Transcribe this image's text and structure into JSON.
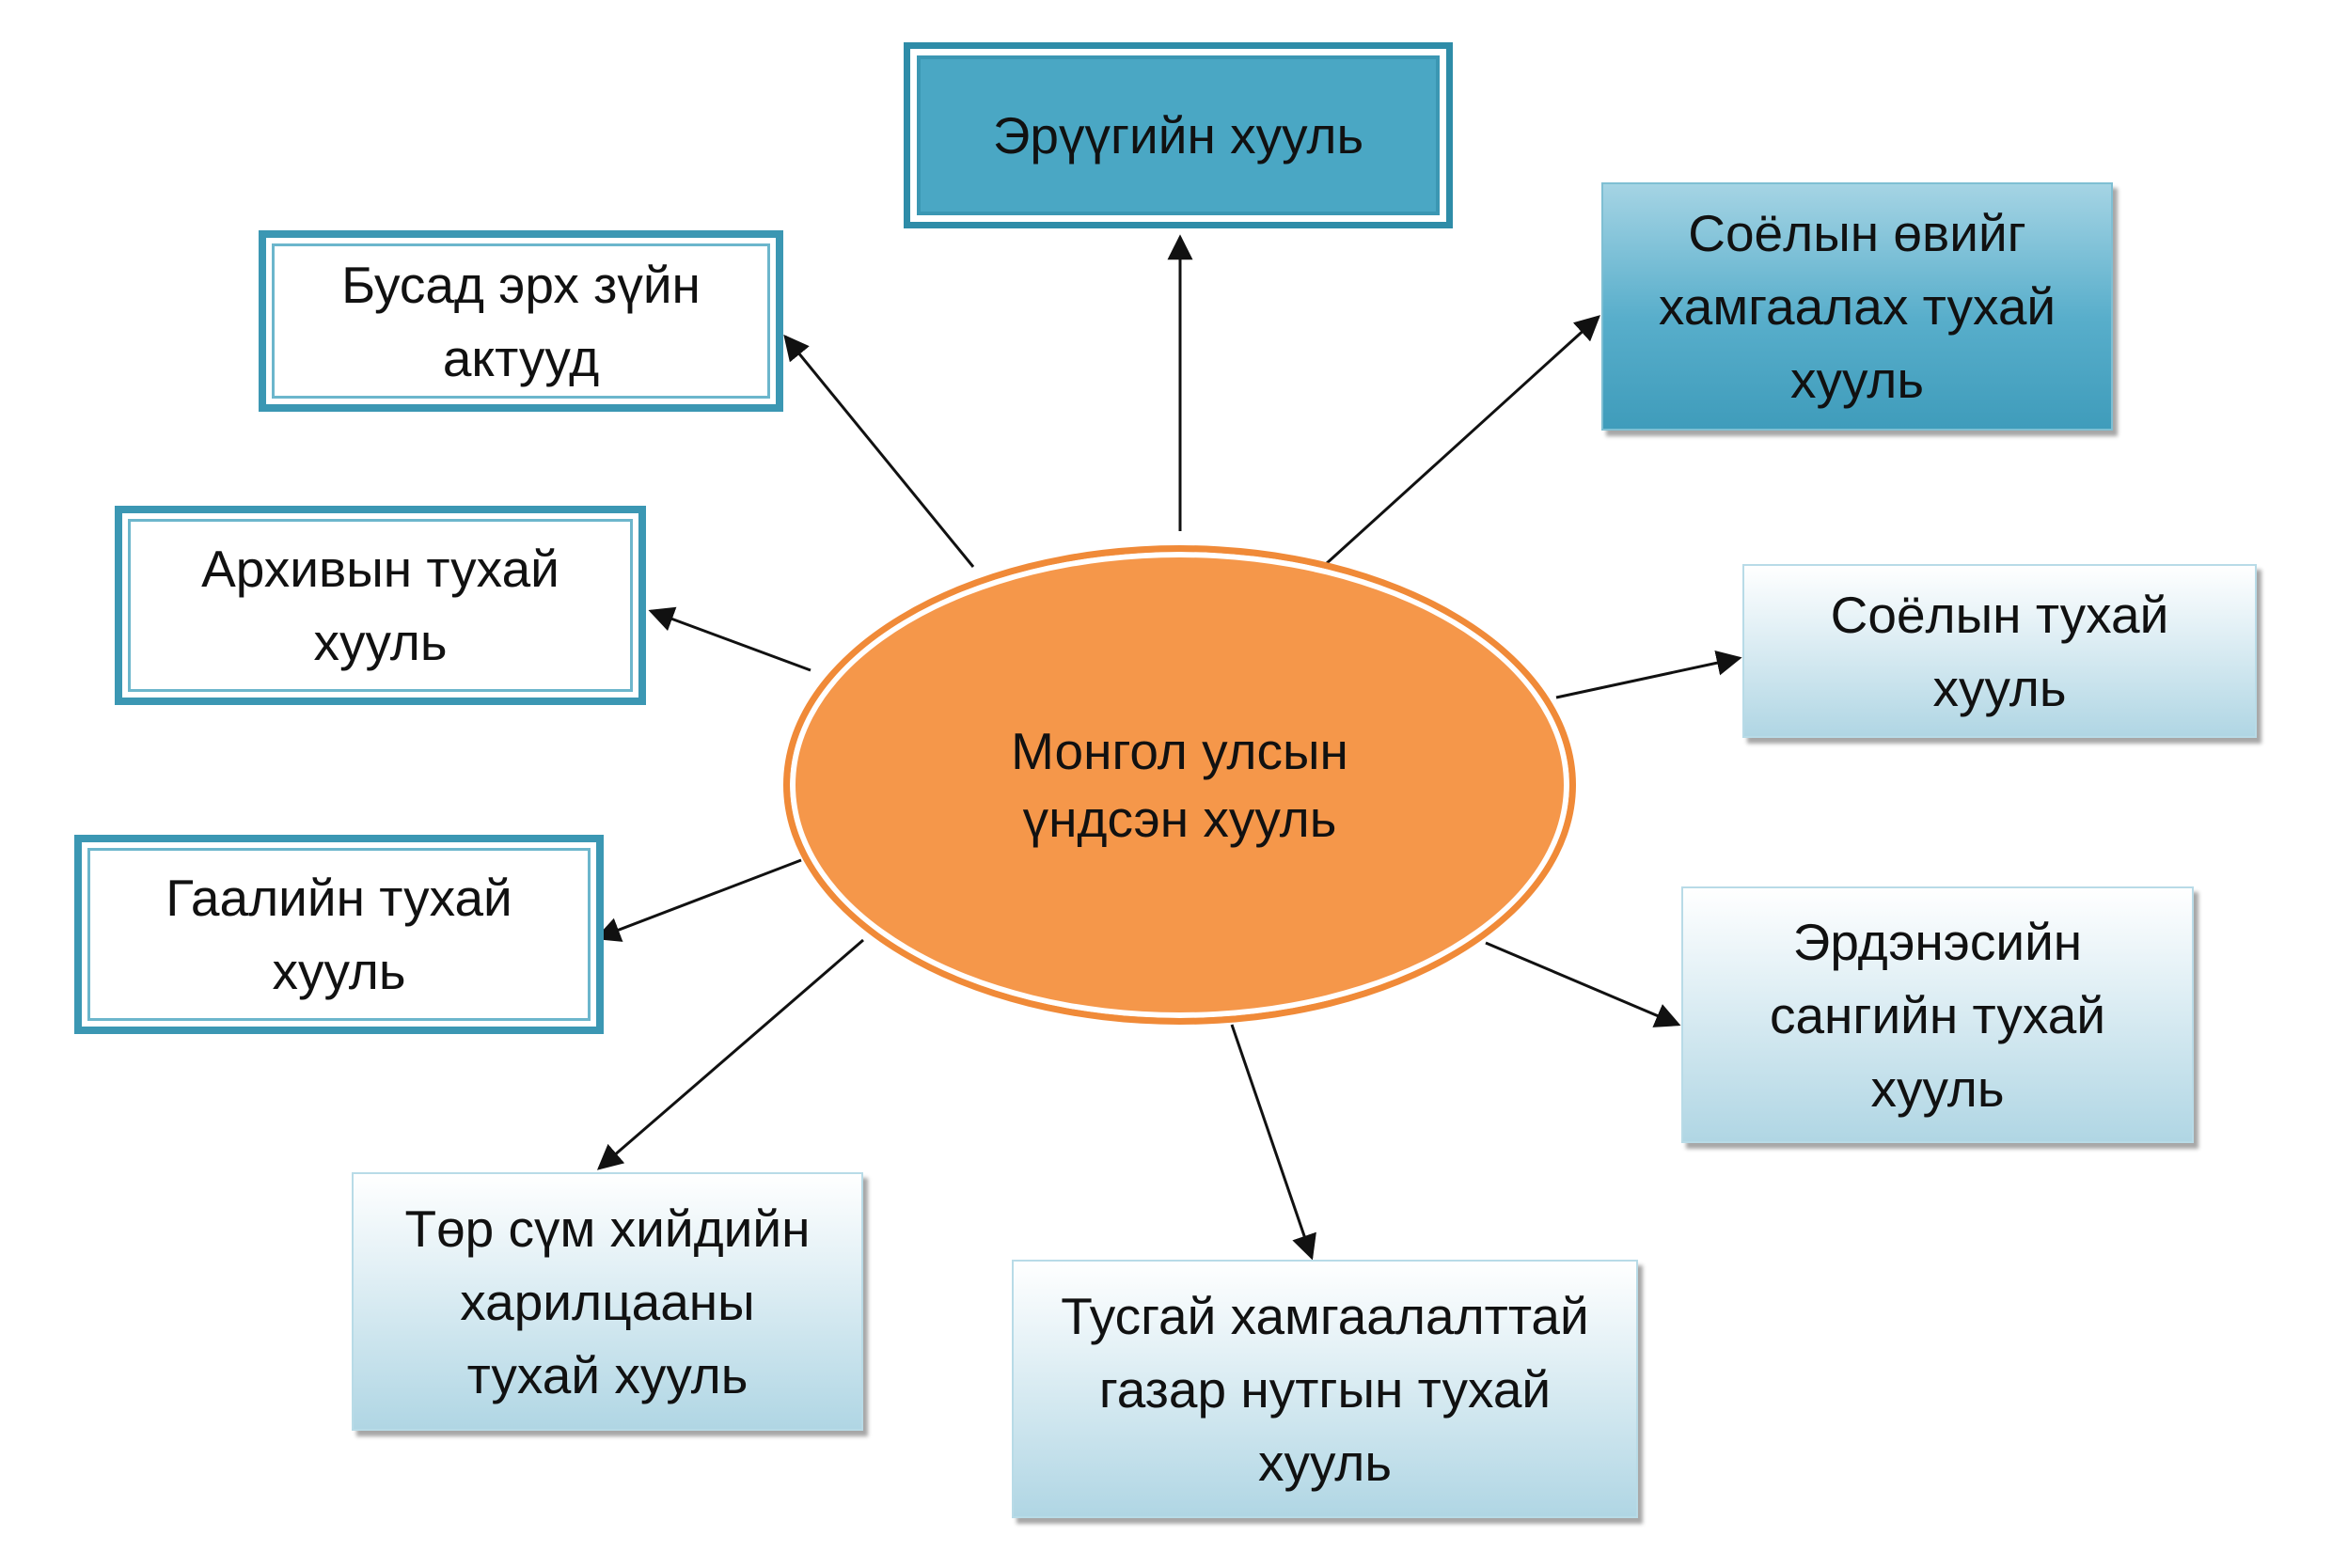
{
  "center": {
    "label": "Монгол улсын\nүндсэн хууль"
  },
  "nodes": [
    {
      "id": "eruu",
      "label": "Эрүүгийн хууль"
    },
    {
      "id": "soel-ov",
      "label": "Соёлын өвийг\nхамгаалах тухай\nхууль"
    },
    {
      "id": "soel",
      "label": "Соёлын тухай\nхууль"
    },
    {
      "id": "erdenes",
      "label": "Эрдэнэсийн\nсангийн  тухай\nхууль"
    },
    {
      "id": "tusgai",
      "label": "Тусгай хамгаалалттай\nгазар нутгын  тухай\nхууль"
    },
    {
      "id": "tor-sum",
      "label": "Төр сүм хийдийн\nхарилцааны\nтухай хууль"
    },
    {
      "id": "gaali",
      "label": "Гаалийн тухай\nхууль"
    },
    {
      "id": "arkhiv",
      "label": "Архивын тухай\nхууль"
    },
    {
      "id": "busad",
      "label": "Бусад эрх зүйн\nактууд"
    }
  ],
  "colors": {
    "center_fill": "#f5974a",
    "accent_dark": "#4aa7c4",
    "frame": "#3b97b3",
    "arrow": "#111111"
  }
}
